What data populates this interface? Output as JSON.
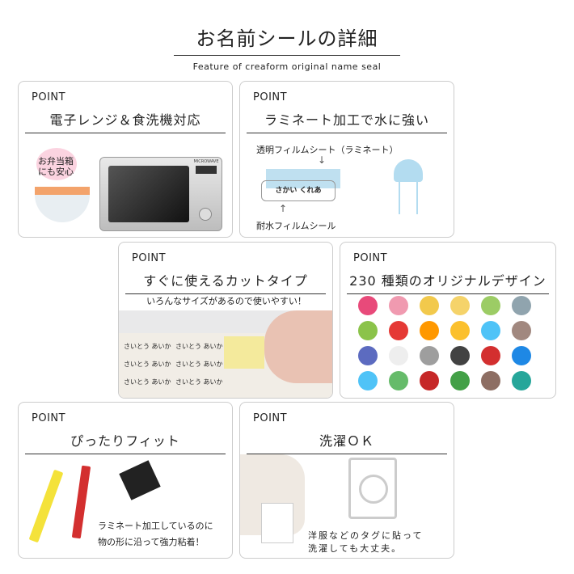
{
  "header": {
    "title": "お名前シールの詳細",
    "subtitle": "Feature of creaform original name seal"
  },
  "cards": [
    {
      "point": "POINT",
      "heading": "電子レンジ＆食洗機対応",
      "bubble": "お弁当箱\nにも安心",
      "microwave_label": "MICROWAVE"
    },
    {
      "point": "POINT",
      "heading": "ラミネート加工で水に強い",
      "label_top": "透明フィルムシート（ラミネート）",
      "sample_name": "さかい くれあ",
      "label_bottom": "耐水フィルムシール"
    },
    {
      "point": "POINT",
      "heading": "すぐに使えるカットタイプ",
      "caption": "いろんなサイズがあるので使いやすい！",
      "sticker_name": "さいとう あいか"
    },
    {
      "point": "POINT",
      "heading": "230 種類のオリジナルデザイン",
      "design_colors": [
        "#e84a7a",
        "#f09ab0",
        "#f2c94c",
        "#f5d36a",
        "#9ccc65",
        "#90a4ae",
        "#8bc34a",
        "#e53935",
        "#ff9800",
        "#fbc02d",
        "#4fc3f7",
        "#a1887f",
        "#5c6bc0",
        "#eeeeee",
        "#9e9e9e",
        "#424242",
        "#d32f2f",
        "#1e88e5",
        "#4fc3f7",
        "#66bb6a",
        "#c62828",
        "#43a047",
        "#8d6e63",
        "#26a69a"
      ]
    },
    {
      "point": "POINT",
      "heading": "ぴったりフィット",
      "caption_line1": "ラミネート加工しているのに",
      "caption_line2": "物の形に沿って強力粘着！"
    },
    {
      "point": "POINT",
      "heading": "洗濯ＯＫ",
      "caption_line1": "洋服などのタグに貼って",
      "caption_line2": "洗濯しても大丈夫。"
    }
  ]
}
